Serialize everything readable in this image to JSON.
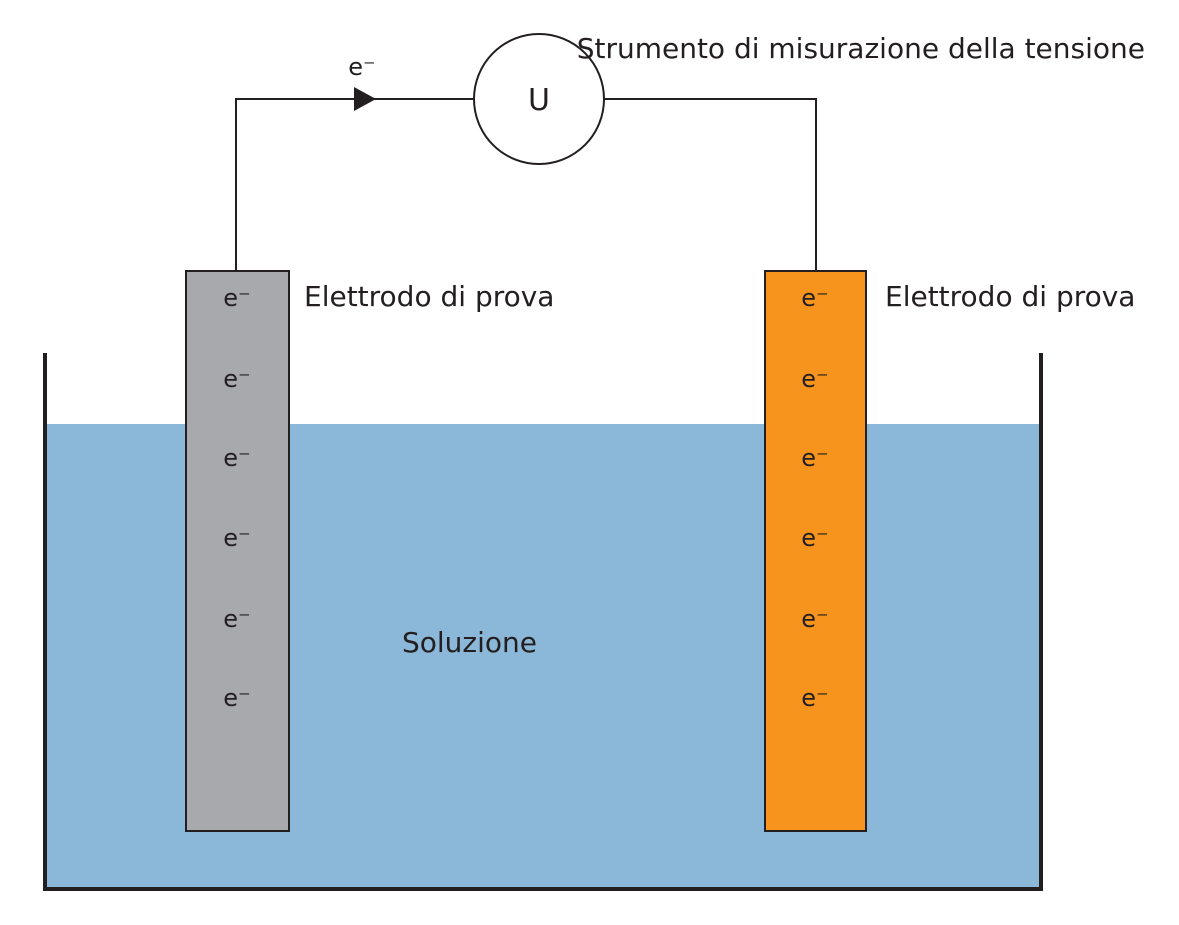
{
  "labels": {
    "meter_caption": "Strumento di misurazione della tensione",
    "meter_symbol": "U",
    "wire_electron": "e⁻",
    "left_electrode": "Elettrodo di prova",
    "right_electrode": "Elettrodo di prova",
    "solution": "Soluzione"
  },
  "left_electrode": {
    "electrons": [
      "e⁻",
      "e⁻",
      "e⁻",
      "e⁻",
      "e⁻",
      "e⁻"
    ]
  },
  "right_electrode": {
    "electrons": [
      "e⁻",
      "e⁻",
      "e⁻",
      "e⁻",
      "e⁻",
      "e⁻"
    ]
  },
  "colors": {
    "solution": "#8bb7d8",
    "left_electrode": "#a8a9ad",
    "right_electrode": "#f7941d",
    "line": "#231f20"
  }
}
